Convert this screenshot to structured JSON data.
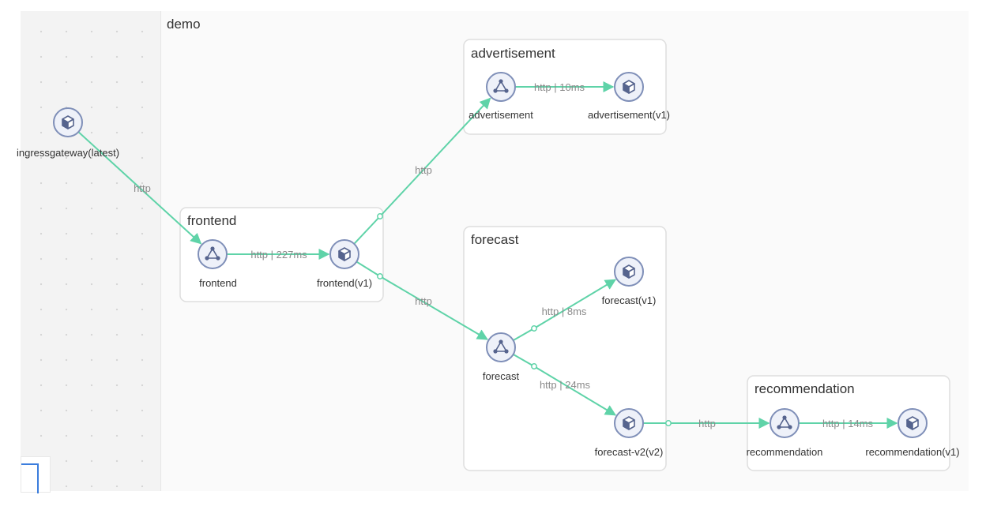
{
  "namespace": "demo",
  "groups": {
    "advertisement": "advertisement",
    "frontend": "frontend",
    "forecast": "forecast",
    "recommendation": "recommendation"
  },
  "nodes": {
    "ingressgateway": {
      "label": "ingressgateway(latest)",
      "kind": "workload"
    },
    "frontend_svc": {
      "label": "frontend",
      "kind": "service"
    },
    "frontend_v1": {
      "label": "frontend(v1)",
      "kind": "workload"
    },
    "advertisement_svc": {
      "label": "advertisement",
      "kind": "service"
    },
    "advertisement_v1": {
      "label": "advertisement(v1)",
      "kind": "workload"
    },
    "forecast_svc": {
      "label": "forecast",
      "kind": "service"
    },
    "forecast_v1": {
      "label": "forecast(v1)",
      "kind": "workload"
    },
    "forecast_v2": {
      "label": "forecast-v2(v2)",
      "kind": "workload"
    },
    "recommendation_svc": {
      "label": "recommendation",
      "kind": "service"
    },
    "recommendation_v1": {
      "label": "recommendation(v1)",
      "kind": "workload"
    }
  },
  "edges": [
    {
      "from": "ingressgateway",
      "to": "frontend_svc",
      "label": "http"
    },
    {
      "from": "frontend_svc",
      "to": "frontend_v1",
      "label": "http | 227ms"
    },
    {
      "from": "frontend_v1",
      "to": "advertisement_svc",
      "label": "http"
    },
    {
      "from": "frontend_v1",
      "to": "forecast_svc",
      "label": "http"
    },
    {
      "from": "advertisement_svc",
      "to": "advertisement_v1",
      "label": "http | 10ms"
    },
    {
      "from": "forecast_svc",
      "to": "forecast_v1",
      "label": "http | 8ms"
    },
    {
      "from": "forecast_svc",
      "to": "forecast_v2",
      "label": "http | 24ms"
    },
    {
      "from": "forecast_v2",
      "to": "recommendation_svc",
      "label": "http"
    },
    {
      "from": "recommendation_svc",
      "to": "recommendation_v1",
      "label": "http | 14ms"
    }
  ],
  "colors": {
    "edge": "#5fd3a8",
    "node_fill": "#eef1f9",
    "node_stroke": "#7f8fb8",
    "icon": "#56648e",
    "group_stroke": "#dedede"
  }
}
